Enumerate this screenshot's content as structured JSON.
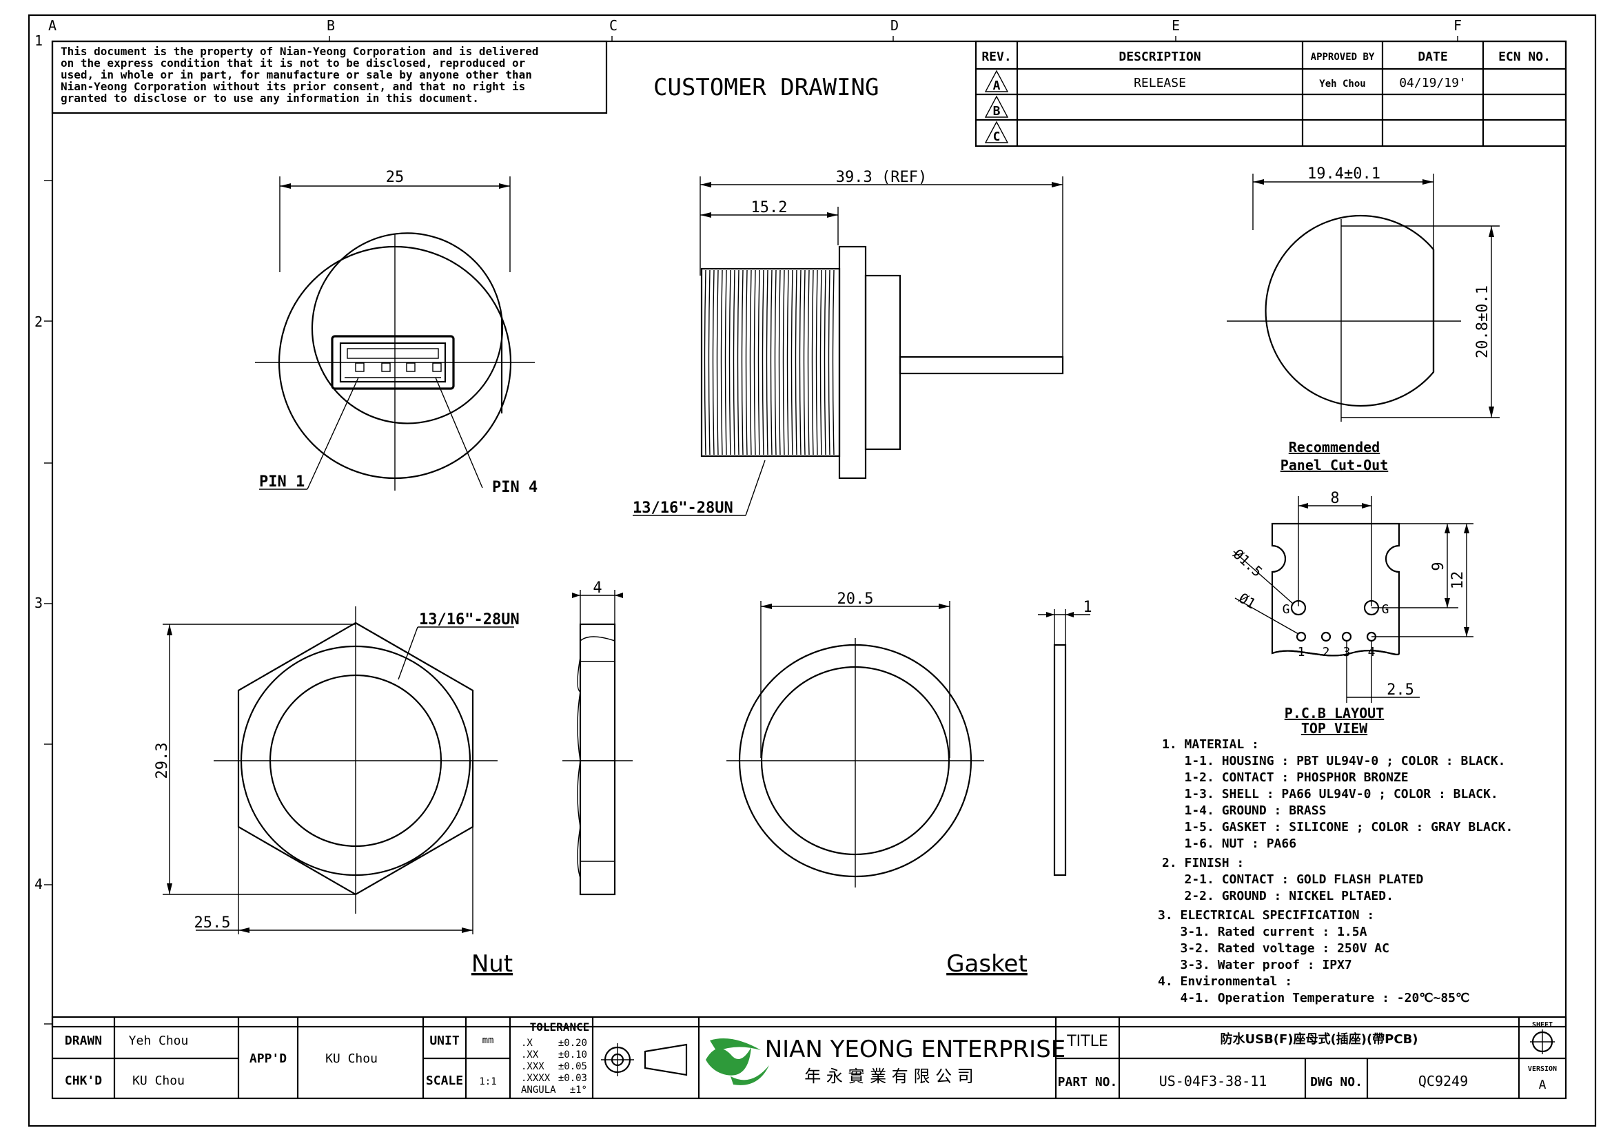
{
  "grid": {
    "columns": [
      "A",
      "B",
      "C",
      "D",
      "E",
      "F"
    ],
    "rows": [
      "1",
      "2",
      "3",
      "4"
    ]
  },
  "notice": [
    "This document is the property of Nian-Yeong Corporation and is delivered",
    "on  the  express condition that it is not to be disclosed, reproduced or",
    "used, in whole or in part, for manufacture or sale by anyone other than",
    "Nian-Yeong Corporation without  its prior consent, and that  no right  is",
    "granted to disclose or to use any information in this  document."
  ],
  "drawing_title": "CUSTOMER  DRAWING",
  "revision_table": {
    "headers": [
      "REV.",
      "DESCRIPTION",
      "APPROVED BY",
      "DATE",
      "ECN NO."
    ],
    "rows": [
      {
        "rev": "A",
        "description": "RELEASE",
        "approved_by": "Yeh Chou",
        "date": "04/19/19'",
        "ecn": ""
      },
      {
        "rev": "B",
        "description": "",
        "approved_by": "",
        "date": "",
        "ecn": ""
      },
      {
        "rev": "C",
        "description": "",
        "approved_by": "",
        "date": "",
        "ecn": ""
      }
    ]
  },
  "front_view": {
    "dim_width": "25",
    "pin1": "PIN 1",
    "pin4": "PIN 4"
  },
  "side_view": {
    "dim_total": "39.3 (REF)",
    "dim_thread": "15.2",
    "thread_callout": "13/16\"-28UN"
  },
  "cutout": {
    "dim_width": "19.4±0.1",
    "dim_height": "20.8±0.1",
    "label_line1": "Recommended",
    "label_line2": "Panel Cut-Out"
  },
  "pcb_layout": {
    "dim_top": "8",
    "dim_9": "9",
    "dim_12": "12",
    "dim_25": "2.5",
    "hole_large": "Ø1.5",
    "hole_small": "Ø1",
    "g_left": "G",
    "g_right": "G",
    "pins": [
      "1",
      "2",
      "3",
      "4"
    ],
    "label_line1": "P.C.B LAYOUT",
    "label_line2": "TOP  VIEW"
  },
  "nut_view": {
    "thread_callout": "13/16\"-28UN",
    "dim_height": "29.3",
    "dim_inner": "25.5",
    "dim_thickness": "4",
    "label": "Nut"
  },
  "gasket_view": {
    "dim_diameter": "20.5",
    "dim_thickness": "1",
    "label": "Gasket"
  },
  "notes": [
    "1. MATERIAL :",
    "   1-1. HOUSING : PBT UL94V-0 ; COLOR : BLACK.",
    "   1-2. CONTACT : PHOSPHOR BRONZE",
    "   1-3. SHELL : PA66 UL94V-0 ; COLOR : BLACK.",
    "   1-4. GROUND : BRASS",
    "   1-5. GASKET : SILICONE ; COLOR : GRAY BLACK.",
    "   1-6. NUT : PA66",
    "2. FINISH :",
    "   2-1. CONTACT : GOLD FLASH PLATED",
    "   2-2. GROUND : NICKEL PLTAED.",
    "3. ELECTRICAL SPECIFICATION :",
    "   3-1. Rated current : 1.5A",
    "   3-2. Rated voltage : 250V AC",
    "   3-3. Water proof : IPX7",
    "4. Environmental :",
    "   4-1. Operation Temperature : -20℃~85℃"
  ],
  "title_block": {
    "drawn_label": "DRAWN",
    "drawn": "Yeh Chou",
    "chkd_label": "CHK'D",
    "chkd": "KU Chou",
    "appd_label": "APP'D",
    "appd": "KU Chou",
    "unit_label": "UNIT",
    "unit": "mm",
    "scale_label": "SCALE",
    "scale": "1:1",
    "tolerance_title": "TOLERANCE",
    "tolerance": [
      {
        "k": ".X",
        "v": "±0.20"
      },
      {
        "k": ".XX",
        "v": "±0.10"
      },
      {
        "k": ".XXX",
        "v": "±0.05"
      },
      {
        "k": ".XXXX",
        "v": "±0.03"
      },
      {
        "k": "ANGULA",
        "v": "±1°"
      }
    ],
    "company_en": "NIAN YEONG ENTERPRISE",
    "company_zh": "年 永 實 業 有 限 公 司",
    "title_label": "TITLE",
    "title": "防水USB(F)座母式(插座)(帶PCB)",
    "partno_label": "PART NO.",
    "partno": "US-04F3-38-11",
    "dwgno_label": "DWG NO.",
    "dwgno": "QC9249",
    "sheet_label": "SHEET",
    "version_label": "VERSION",
    "version": "A"
  }
}
